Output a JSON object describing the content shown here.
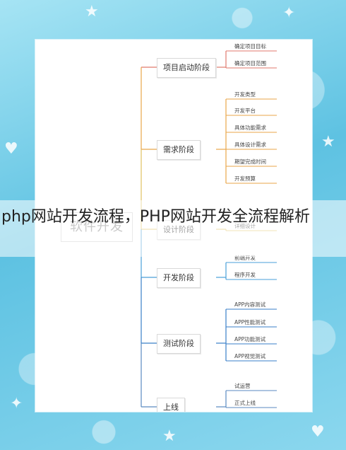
{
  "title": "php网站开发流程，PHP网站开发全流程解析",
  "root": "软件开发",
  "stages": [
    {
      "label": "项目启动阶段",
      "color": "#e07a6e",
      "leaves": [
        "确定项目目标",
        "确定项目范围"
      ]
    },
    {
      "label": "需求阶段",
      "color": "#e8a64a",
      "leaves": [
        "开发类型",
        "开发平台",
        "具体功能需求",
        "具体设计需求",
        "期望完成时间",
        "开发预算"
      ]
    },
    {
      "label": "设计阶段",
      "color": "#e0c060",
      "leaves": [
        "详细设计"
      ]
    },
    {
      "label": "开发阶段",
      "color": "#4a9fd8",
      "leaves": [
        "前端开发",
        "程序开发"
      ]
    },
    {
      "label": "测试阶段",
      "color": "#3a7fc8",
      "leaves": [
        "APP内容测试",
        "APP性能测试",
        "APP功能测试",
        "APP视觉测试"
      ]
    },
    {
      "label": "上线",
      "color": "#5a8ac0",
      "leaves": [
        "试运营",
        "正式上线"
      ]
    }
  ]
}
